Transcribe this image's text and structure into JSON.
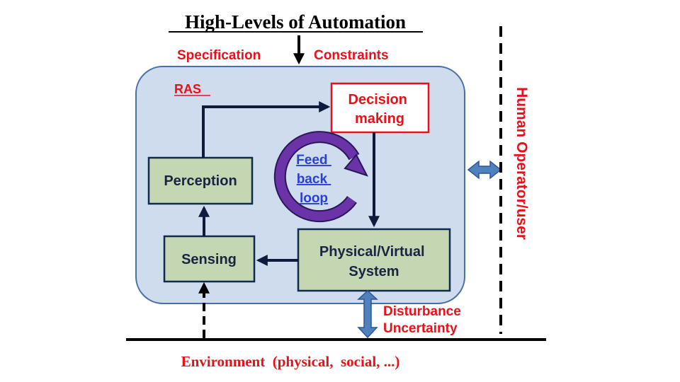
{
  "title": "High-Levels of Automation",
  "inputs": {
    "left": "Specification",
    "right": "Constraints"
  },
  "system_label": "RAS",
  "blocks": {
    "decision": [
      "Decision",
      "making"
    ],
    "perception": "Perception",
    "sensing": "Sensing",
    "physical": [
      "Physical/Virtual",
      "System"
    ]
  },
  "feedback_loop": [
    "Feed",
    "back",
    "loop"
  ],
  "human_operator": "Human Operator/user",
  "disturbance": [
    "Disturbance",
    "Uncertainty"
  ],
  "environment": "Environment  (physical,  social, ...)",
  "colors": {
    "red": "#e8101a",
    "navy": "#0f1b3d",
    "panel_fill": "#cfdcee",
    "panel_stroke": "#4a6fa5",
    "block_fill": "#c5d6b3",
    "block_stroke": "#0f2a4a",
    "loop_purple": "#6a33a8",
    "loop_text": "#2a3fd6",
    "double_arrow": "#4f81bd"
  }
}
